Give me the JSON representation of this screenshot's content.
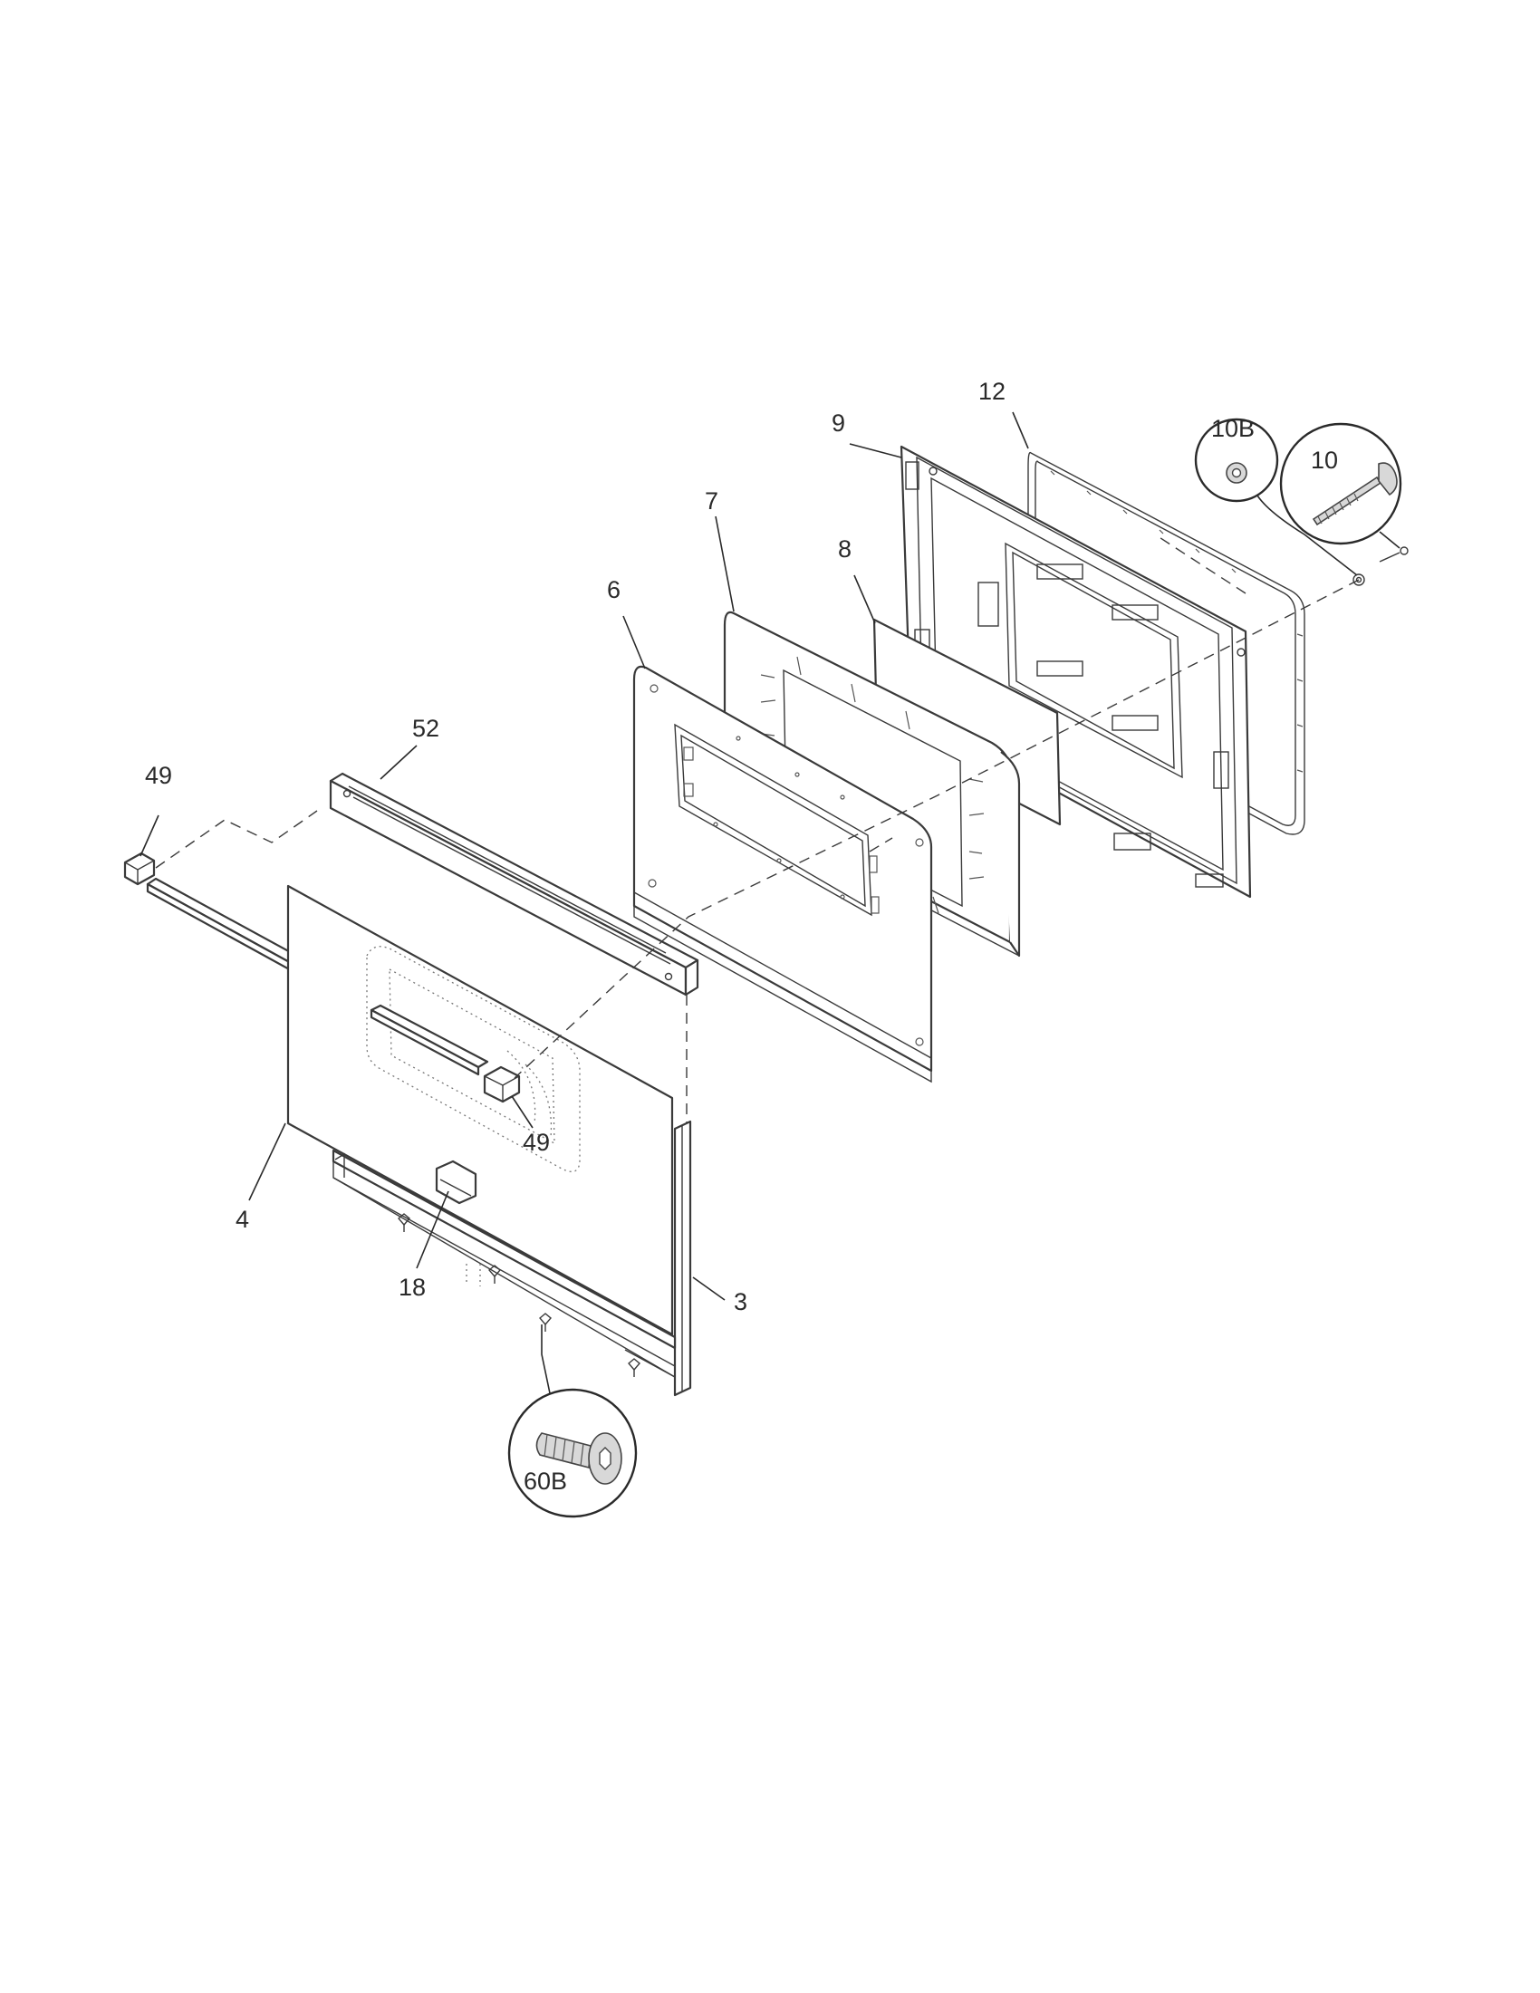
{
  "labels": {
    "p3": "3",
    "p4": "4",
    "p6": "6",
    "p7": "7",
    "p8": "8",
    "p9": "9",
    "p10": "10",
    "p10b": "10B",
    "p12": "12",
    "p18": "18",
    "p49_top": "49",
    "p49_bottom": "49",
    "p52": "52",
    "p60b": "60B"
  },
  "colors": {
    "line": "#3a3a3a",
    "background": "#ffffff"
  }
}
